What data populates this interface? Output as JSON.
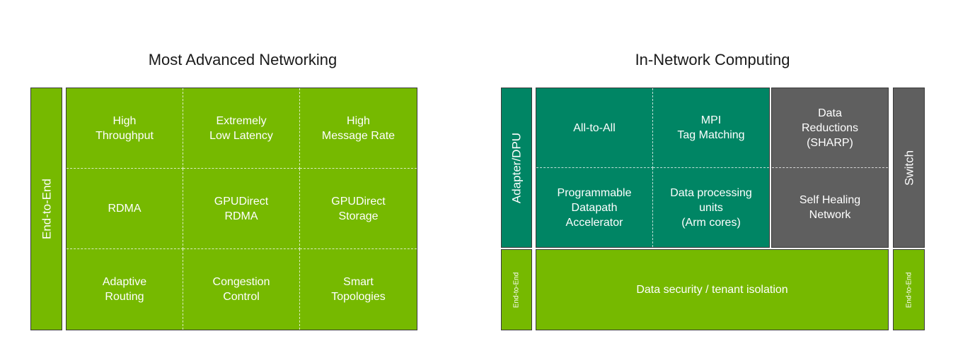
{
  "left": {
    "title": "Most Advanced Networking",
    "side_label": "End-to-End",
    "cells": [
      "High\nThroughput",
      "Extremely\nLow Latency",
      "High\nMessage Rate",
      "RDMA",
      "GPUDirect\nRDMA",
      "GPUDirect\nStorage",
      "Adaptive\nRouting",
      "Congestion\nControl",
      "Smart\nTopologies"
    ]
  },
  "right": {
    "title": "In-Network Computing",
    "adapter_label": "Adapter/DPU",
    "switch_label": "Switch",
    "teal_cells": [
      "All-to-All",
      "MPI\nTag Matching",
      "Programmable\nDatapath\nAccelerator",
      "Data processing\nunits\n(Arm cores)"
    ],
    "gray_cells": [
      "Data\nReductions\n(SHARP)",
      "Self Healing\nNetwork"
    ],
    "bottom_left_label": "End-to-End",
    "bottom_right_label": "End-to-End",
    "bottom_text": "Data security / tenant isolation"
  },
  "colors": {
    "green": "#76b900",
    "teal": "#008564",
    "gray": "#5f5f5f"
  }
}
